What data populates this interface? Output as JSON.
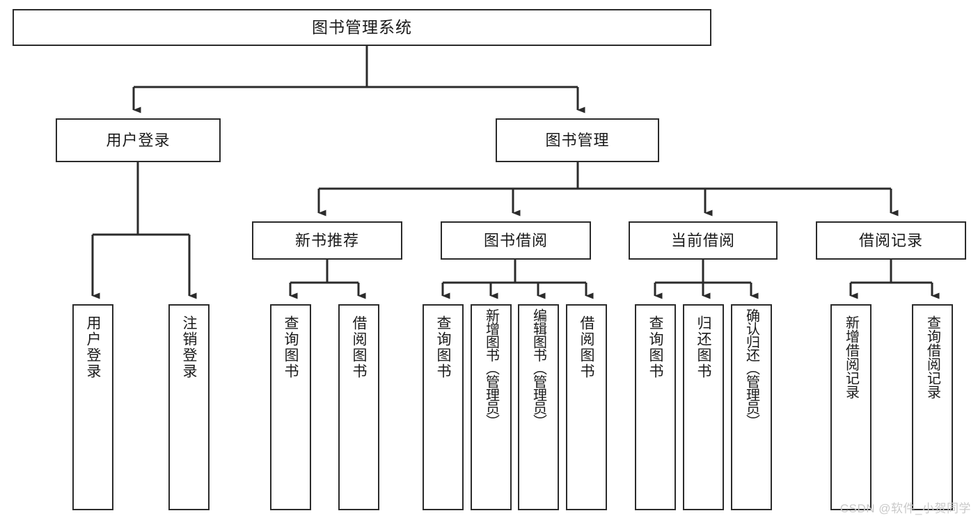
{
  "diagram": {
    "title": "图书管理系统",
    "type": "hierarchy-tree",
    "colors": {
      "background": "#ffffff",
      "box_border": "#2b2b2b",
      "box_fill": "#ffffff",
      "text": "#1a1a1a",
      "connector": "#2b2b2b",
      "watermark": "#c9c9c9"
    },
    "watermark": "CSDN @软件_小贺同学"
  },
  "nodes": {
    "root": {
      "label": "图书管理系统"
    },
    "level1": [
      {
        "label": "用户登录"
      },
      {
        "label": "图书管理"
      }
    ],
    "level2": [
      {
        "label": "新书推荐"
      },
      {
        "label": "图书借阅"
      },
      {
        "label": "当前借阅"
      },
      {
        "label": "借阅记录"
      }
    ],
    "leaves": {
      "user_login": [
        {
          "label": "用户登录"
        },
        {
          "label": "注销登录"
        }
      ],
      "new_book_recommend": [
        {
          "label": "查询图书"
        },
        {
          "label": "借阅图书"
        }
      ],
      "book_borrow": [
        {
          "label": "查询图书"
        },
        {
          "label": "新增图书（管理员）"
        },
        {
          "label": "编辑图书（管理员）"
        },
        {
          "label": "借阅图书"
        }
      ],
      "current_borrow": [
        {
          "label": "查询图书"
        },
        {
          "label": "归还图书"
        },
        {
          "label": "确认归还（管理员）"
        }
      ],
      "borrow_record": [
        {
          "label": "新增借阅记录"
        },
        {
          "label": "查询借阅记录"
        }
      ]
    }
  }
}
